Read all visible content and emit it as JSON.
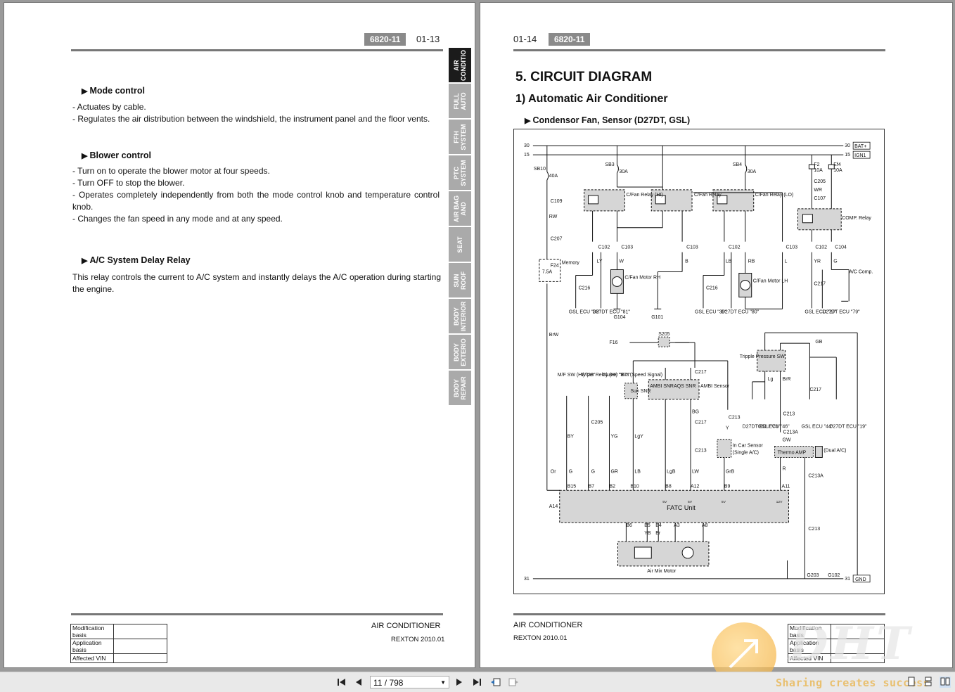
{
  "left_page": {
    "doc_code": "6820-11",
    "page_number": "01-13",
    "sections": [
      {
        "title": "Mode control",
        "lines": [
          "- Actuates by cable.",
          "- Regulates the air distribution between the windshield, the instrument panel and the floor vents."
        ]
      },
      {
        "title": "Blower control",
        "lines": [
          "- Turn on to operate the blower motor at four speeds.",
          "- Turn OFF to stop the blower.",
          "- Operates completely independently from both the mode control knob and temperature control knob.",
          "- Changes the fan speed in any mode and at any speed."
        ]
      },
      {
        "title": "A/C System Delay Relay",
        "paragraph": "This relay controls the current to A/C system and instantly delays the A/C operation during starting the engine."
      }
    ],
    "side_tabs": [
      {
        "label": "AIR\nCONDITIO",
        "active": true
      },
      {
        "label": "FULL\nAUTO",
        "active": false
      },
      {
        "label": "FFH\nSYSTEM",
        "active": false
      },
      {
        "label": "PTC\nSYSTEM",
        "active": false
      },
      {
        "label": "AIR BAG\nAND",
        "active": false
      },
      {
        "label": "SEAT",
        "active": false
      },
      {
        "label": "SUN\nROOF",
        "active": false
      },
      {
        "label": "BODY\nINTERIOR",
        "active": false
      },
      {
        "label": "BODY\nEXTERIO",
        "active": false
      },
      {
        "label": "BODY\nREPAIR",
        "active": false
      }
    ],
    "footer": {
      "table_rows": [
        "Modification basis",
        "Application basis",
        "Affected VIN"
      ],
      "title": "AIR CONDITIONER",
      "model": "REXTON 2010.01"
    }
  },
  "right_page": {
    "page_number": "01-14",
    "doc_code": "6820-11",
    "chapter_title": "5. CIRCUIT DIAGRAM",
    "subtitle": "1) Automatic Air Conditioner",
    "section_title": "Condensor Fan, Sensor (D27DT, GSL)",
    "footer": {
      "title": "AIR CONDITIONER",
      "model": "REXTON 2010.01",
      "table_rows": [
        "Modification basis",
        "Application basis",
        "Affected VIN"
      ]
    },
    "diagram": {
      "rails": {
        "bat": "BAT+",
        "ign": "IGN1",
        "gnd": "GND",
        "n30": "30",
        "n15": "15",
        "n31": "31"
      },
      "fuses": {
        "sb10": "SB10",
        "sb10_amp": "40A",
        "sb3": "SB3",
        "sb3_amp": "30A",
        "sb4": "SB4",
        "sb4_amp": "30A",
        "f2": "F2",
        "f2_amp": "10A",
        "ef4": "Ef4",
        "ef4_amp": "10A",
        "f24": "F24",
        "f24_amp": "7.5A",
        "memory": "Memory"
      },
      "relays": {
        "hi": "C/Fan Relay (HI)",
        "mid": "C/Fan Relay",
        "lo": "C/Fan Relay (LO)",
        "comp": "COMP. Relay"
      },
      "motors": {
        "rh": "C/Fan Motor RH",
        "lh": "C/Fan Motor LH",
        "mix": "Air Mix Motor"
      },
      "connectors": {
        "c109": "C109",
        "c207": "C207",
        "c102": "C102",
        "c103": "C103",
        "c104": "C104",
        "c205": "C205",
        "c107": "C107",
        "c216": "C216",
        "c217": "C217",
        "c213": "C213",
        "c213a": "C213A",
        "s205": "S205",
        "g104": "G104",
        "g101": "G101",
        "g102": "G102",
        "g203": "G203"
      },
      "ecu_labels": {
        "gsl35": "GSL ECU \"35\"",
        "d27_81": "D27DT ECU \"81\"",
        "gsl39": "GSL ECU \"39\"",
        "d27_80": "D27DT ECU \"80\"",
        "gsl27": "GSL ECU \"27\"",
        "d27_79": "D27DT ECU \"79\"",
        "d27_76": "D27DT ECU \"76\"",
        "gsl46": "GSL ECU \"46\"",
        "gsl44": "GSL ECU \"44\"",
        "d27_19": "D27DT ECU \"19\""
      },
      "components": {
        "ac_comp": "A/C Comp.",
        "tripple": "Tripple Pressure SW",
        "sun": "Sun SNR",
        "ambi_snr": "AMBI SNR",
        "aqs": "AQS SNR",
        "ambi_sensor": "AMBI Sensor",
        "in_car": "In Car Sensor",
        "single_ac": "(Single A/C)",
        "dual_ac": "(Dual A/C)",
        "thermo": "Thermo AMP",
        "fatc": "FATC Unit",
        "mf_sw": "M/F SW (HI) \"23\"",
        "wiper": "Wiper Relay (HI) \"87a\"",
        "cluster": "Cluster \"B7\" (Speed Signal)",
        "f16": "F16"
      },
      "wire_colors": {
        "rw": "RW",
        "brw": "BrW",
        "ly": "LY",
        "w": "W",
        "b": "B",
        "lb": "LB",
        "rb": "RB",
        "l": "L",
        "wr": "WR",
        "yr": "YR",
        "g": "G",
        "gb": "GB",
        "br": "Br",
        "lg": "Lg",
        "brr": "BrR",
        "gw": "GW",
        "or": "Or",
        "gr": "GR",
        "lgy": "LgY",
        "lgb": "LgB",
        "lw": "LW",
        "grb": "GrB",
        "bg": "BG",
        "by": "BY",
        "yg": "YG",
        "yb": "YB",
        "y": "Y",
        "r": "R"
      },
      "pins": {
        "a14": "A14",
        "b15": "B15",
        "b7": "B7",
        "b2": "B2",
        "b10": "B10",
        "b8": "B8",
        "a12": "A12",
        "b9": "B9",
        "a11": "A11",
        "b6": "B6",
        "b5": "B5",
        "b4": "B4",
        "a3": "A3",
        "a8": "A8",
        "v5": "5V",
        "v12": "12V"
      }
    }
  },
  "toolbar": {
    "page_indicator": "11 / 798",
    "watermark_text": "Sharing creates success",
    "watermark_big": "DHT"
  }
}
